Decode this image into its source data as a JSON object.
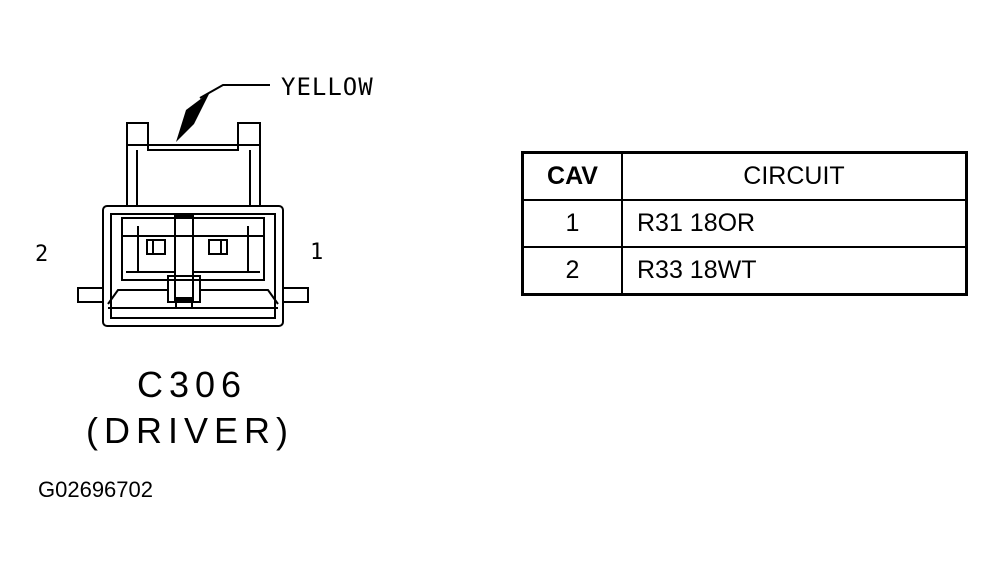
{
  "diagram": {
    "callout_label": "YELLOW",
    "pin_left_label": "2",
    "pin_right_label": "1",
    "connector_name": "C306",
    "connector_location": "(DRIVER)",
    "figure_id": "G02696702"
  },
  "table": {
    "headers": [
      "CAV",
      "CIRCUIT"
    ],
    "rows": [
      {
        "cav": "1",
        "circuit": "R31 18OR"
      },
      {
        "cav": "2",
        "circuit": "R33 18WT"
      }
    ]
  }
}
